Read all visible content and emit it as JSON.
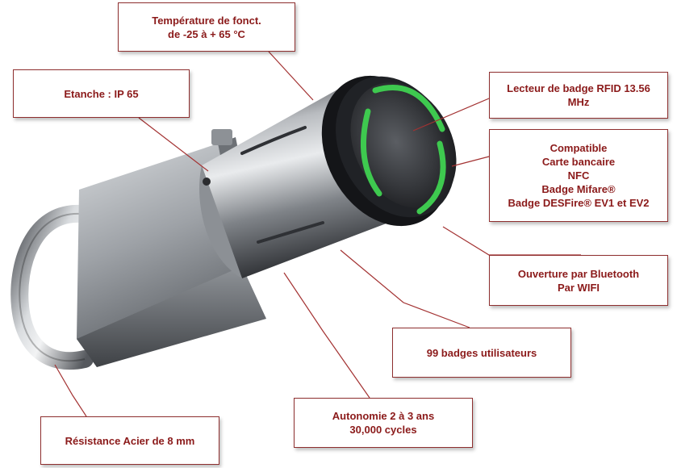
{
  "diagram": {
    "callouts": {
      "temperature": {
        "line1": "Température de fonct.",
        "line2": "de -25 à + 65 °C"
      },
      "waterproof": {
        "line1": "Etanche : IP 65"
      },
      "rfid_reader": {
        "line1": "Lecteur de badge RFID 13.56",
        "line2": "MHz"
      },
      "compatible": {
        "line1": "Compatible",
        "line2": "Carte bancaire",
        "line3": "NFC",
        "line4": "Badge Mifare®",
        "line5": "Badge DESFire® EV1 et EV2"
      },
      "bluetooth": {
        "line1": "Ouverture par Bluetooth",
        "line2": "Par WIFI"
      },
      "user_badges": {
        "line1": "99 badges utilisateurs"
      },
      "battery": {
        "line1": "Autonomie 2 à 3 ans",
        "line2": "30,000 cycles"
      },
      "steel": {
        "line1": "Résistance Acier de 8 mm"
      }
    },
    "colors": {
      "callout_text": "#8b1a1a",
      "callout_border": "#8e2f2f",
      "leader_line": "#a33232",
      "led_ring": "#3ec94f"
    }
  }
}
